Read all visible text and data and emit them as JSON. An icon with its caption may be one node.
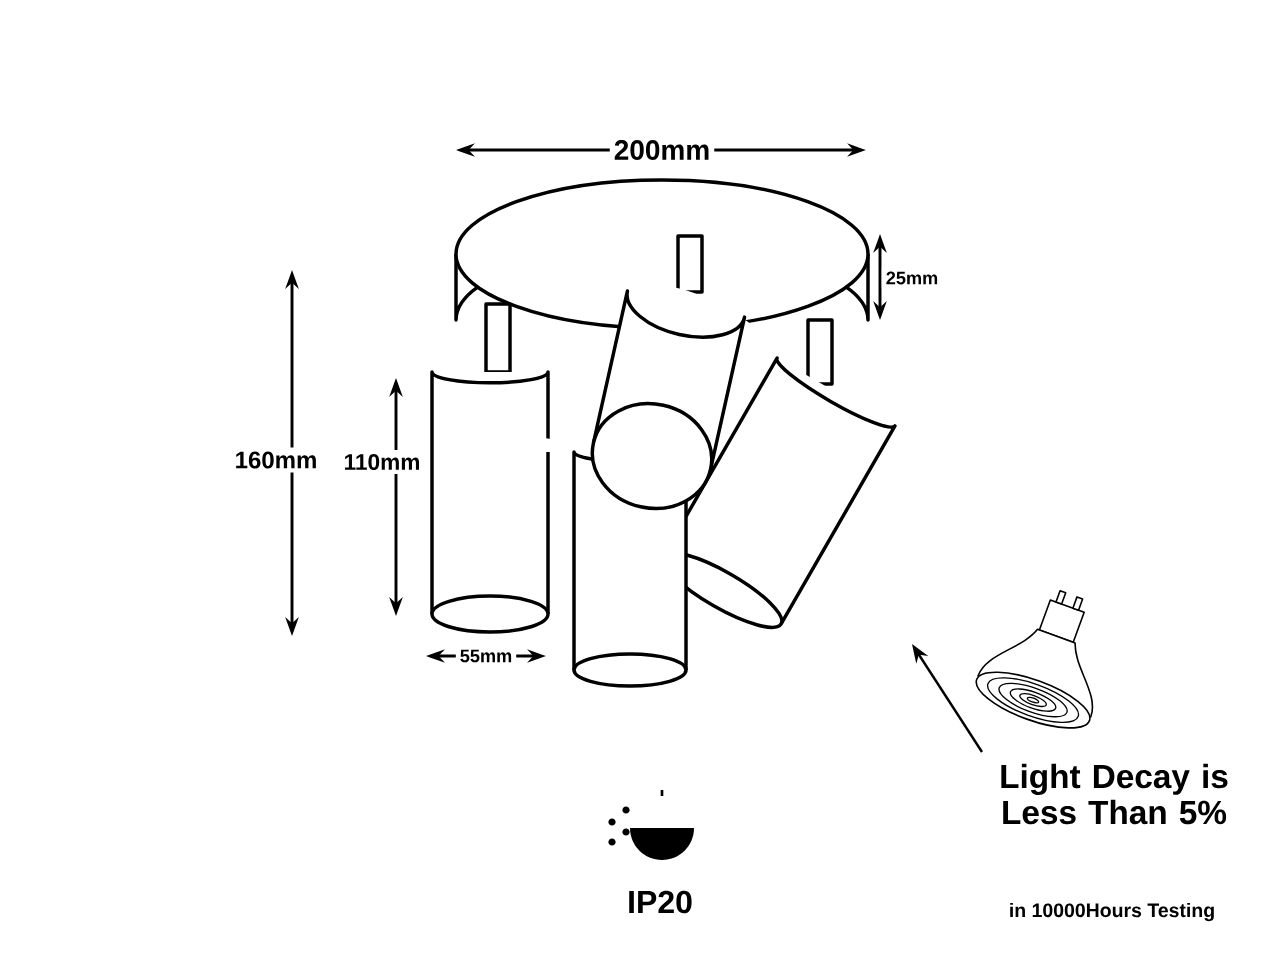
{
  "diagram": {
    "labels": [
      "200mm",
      "25mm",
      "160mm",
      "110mm",
      "55mm",
      "IP20",
      "Light Decay is Less Than 5%",
      "in 10000Hours Testing"
    ]
  }
}
